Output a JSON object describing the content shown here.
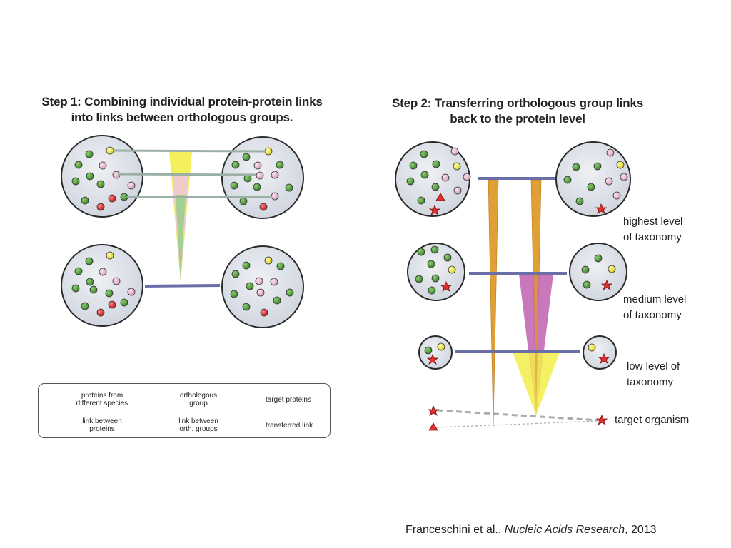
{
  "step1": {
    "title_line1": "Step 1: Combining individual protein-protein links",
    "title_line2": "into links between orthologous groups."
  },
  "step2": {
    "title_line1": "Step 2: Transferring orthologous group links",
    "title_line2": "back to the protein level",
    "levels": {
      "high_line1": "highest level",
      "high_line2": "of taxonomy",
      "medium_line1": "medium level",
      "medium_line2": "of taxonomy",
      "low_line1": "low level of",
      "low_line2": "taxonomy"
    },
    "target_organism": "target organism"
  },
  "legend": {
    "proteins_line1": "proteins from",
    "proteins_line2": "different species",
    "ortho_line1": "orthologous",
    "ortho_line2": "group",
    "target": "target proteins",
    "link_proteins_line1": "link between",
    "link_proteins_line2": "proteins",
    "link_groups_line1": "link between",
    "link_groups_line2": "orth. groups",
    "transferred": "transferred link"
  },
  "citation": {
    "authors": "Franceschini et al., ",
    "journal": "Nucleic Acids Research",
    "year": ", 2013"
  },
  "colors": {
    "green": "#4f9a3a",
    "pink": "#e8b4cc",
    "yellow": "#f2ee4a",
    "red": "#e03030",
    "circle_fill": "#dfe3ea",
    "link_group": "#6b6fa8",
    "link_protein": "#9ab0a4",
    "orange_cone": "#e0a035",
    "magenta_cone": "#c060b0"
  }
}
